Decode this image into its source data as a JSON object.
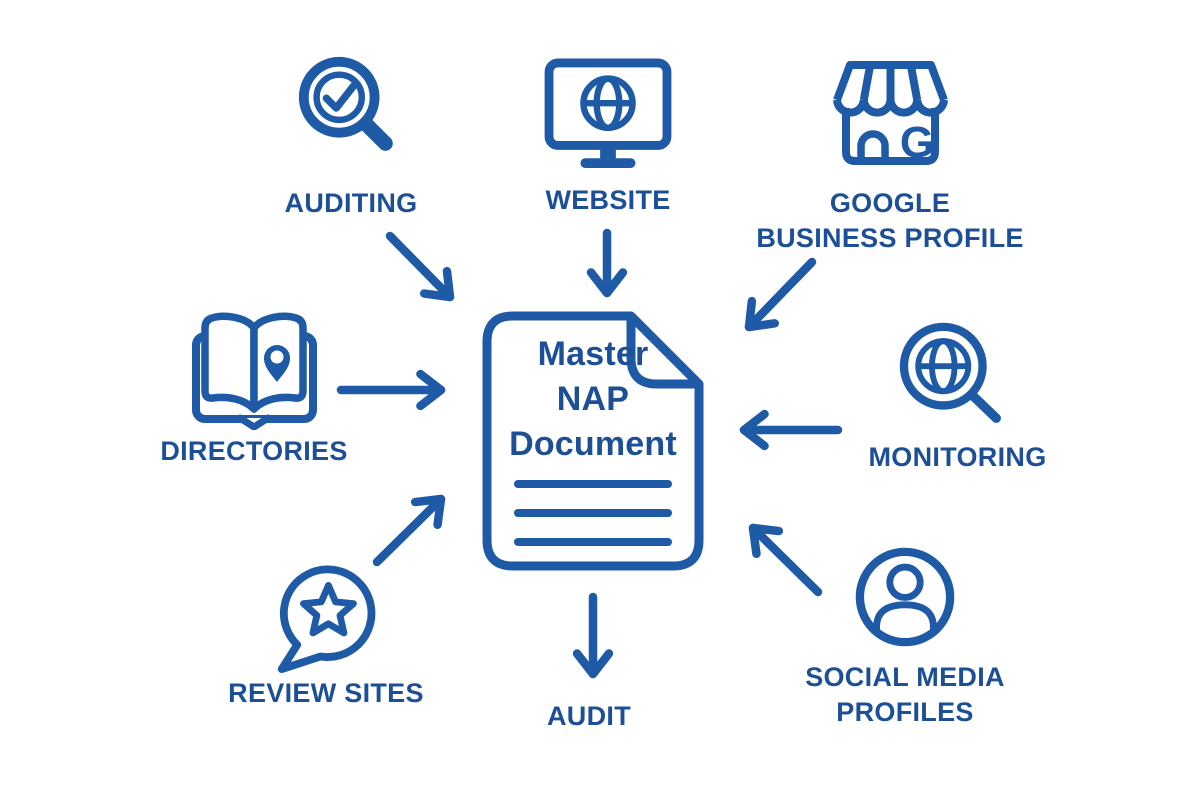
{
  "colors": {
    "stroke": "#1e5aa5",
    "text": "#1d4f96",
    "background": "#ffffff"
  },
  "center_document": {
    "icon": "document-icon",
    "title_lines": [
      "Master",
      "NAP",
      "Document"
    ]
  },
  "nodes": {
    "auditing": {
      "label": "AUDITING",
      "icon": "magnifier-check-icon"
    },
    "website": {
      "label": "WEBSITE",
      "icon": "monitor-globe-icon"
    },
    "google_business_profile": {
      "label_line1": "GOOGLE",
      "label_line2": "BUSINESS PROFILE",
      "icon": "storefront-g-icon",
      "icon_letter": "G"
    },
    "directories": {
      "label": "DIRECTORIES",
      "icon": "open-book-location-pin-icon"
    },
    "monitoring": {
      "label": "MONITORING",
      "icon": "globe-magnifier-icon"
    },
    "review_sites": {
      "label": "REVIEW SITES",
      "icon": "speech-bubble-star-icon"
    },
    "social_media_profiles": {
      "label_line1": "SOCIAL MEDIA",
      "label_line2": "PROFILES",
      "icon": "person-circle-icon"
    },
    "audit": {
      "label": "AUDIT"
    }
  },
  "arrows": [
    {
      "from": "auditing",
      "to": "master-nap-document",
      "direction": "down-right"
    },
    {
      "from": "website",
      "to": "master-nap-document",
      "direction": "down"
    },
    {
      "from": "google-business-profile",
      "to": "master-nap-document",
      "direction": "down-left"
    },
    {
      "from": "directories",
      "to": "master-nap-document",
      "direction": "right"
    },
    {
      "from": "monitoring",
      "to": "master-nap-document",
      "direction": "left"
    },
    {
      "from": "review-sites",
      "to": "master-nap-document",
      "direction": "up-right"
    },
    {
      "from": "social-media-profiles",
      "to": "master-nap-document",
      "direction": "up-left"
    },
    {
      "from": "master-nap-document",
      "to": "audit",
      "direction": "down"
    }
  ]
}
